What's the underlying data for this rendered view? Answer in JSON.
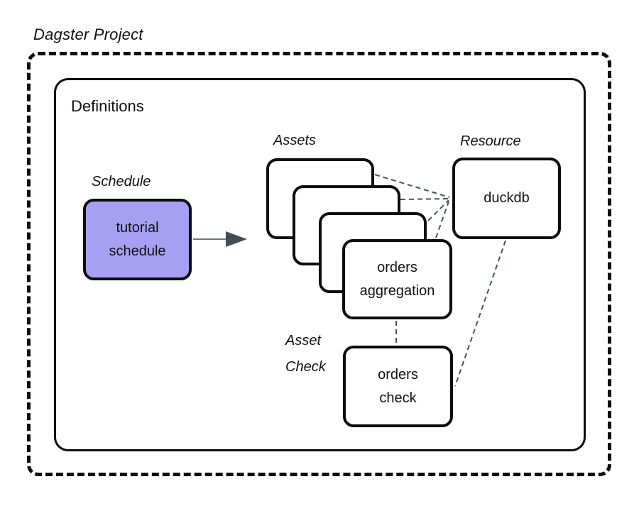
{
  "title": "Dagster Project",
  "container": {
    "label": "Definitions"
  },
  "schedule": {
    "label": "Schedule",
    "node": "tutorial\nschedule"
  },
  "assets": {
    "label": "Assets",
    "stack_count": 4,
    "front_node": "orders\naggregation"
  },
  "resource": {
    "label": "Resource",
    "node": "duckdb"
  },
  "asset_check": {
    "label": "Asset\nCheck",
    "node": "orders\ncheck"
  },
  "edges": [
    {
      "from": "tutorial schedule",
      "to": "assets stack",
      "style": "solid-arrow"
    },
    {
      "from": "asset-1",
      "to": "duckdb",
      "style": "dashed"
    },
    {
      "from": "asset-2",
      "to": "duckdb",
      "style": "dashed"
    },
    {
      "from": "asset-3",
      "to": "duckdb",
      "style": "dashed"
    },
    {
      "from": "orders aggregation",
      "to": "duckdb",
      "style": "dashed"
    },
    {
      "from": "orders aggregation",
      "to": "orders check",
      "style": "dashed"
    },
    {
      "from": "duckdb",
      "to": "orders check",
      "style": "dashed"
    }
  ],
  "colors": {
    "border": "#0d0d0d",
    "schedule_fill": "#a7a0f2",
    "connector": "#475263",
    "arrow_line": "#6b7280",
    "arrow_head": "#454c57",
    "background": "#ffffff"
  }
}
